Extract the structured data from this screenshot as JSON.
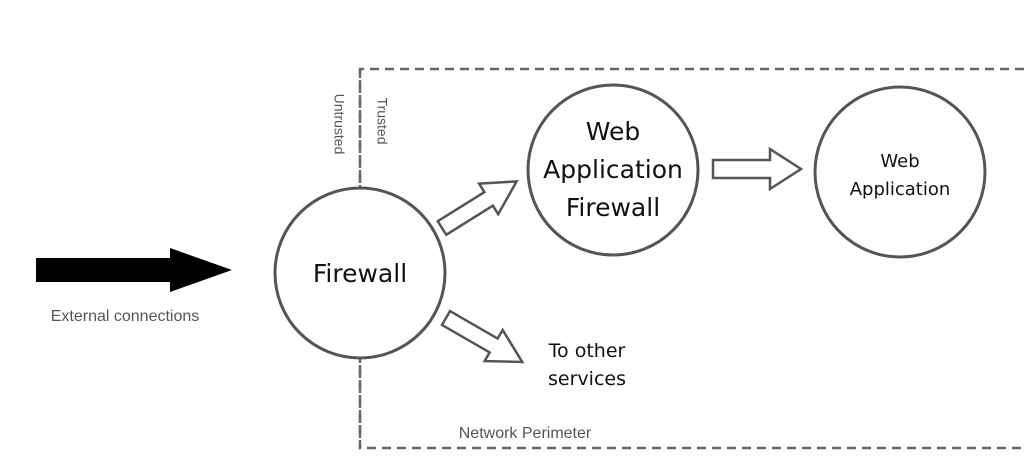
{
  "labels": {
    "external_connections": "External connections",
    "untrusted": "Untrusted",
    "trusted": "Trusted",
    "network_perimeter": "Network Perimeter"
  },
  "nodes": {
    "firewall": "Firewall",
    "waf": {
      "line1": "Web",
      "line2": "Application",
      "line3": "Firewall"
    },
    "web_application": {
      "line1": "Web",
      "line2": "Application"
    },
    "other_services": {
      "line1": "To other",
      "line2": "services"
    }
  },
  "colors": {
    "stroke": "#555555",
    "text": "#111111",
    "muted_text": "#555555",
    "external_arrow": "#000000",
    "background": "#ffffff"
  }
}
